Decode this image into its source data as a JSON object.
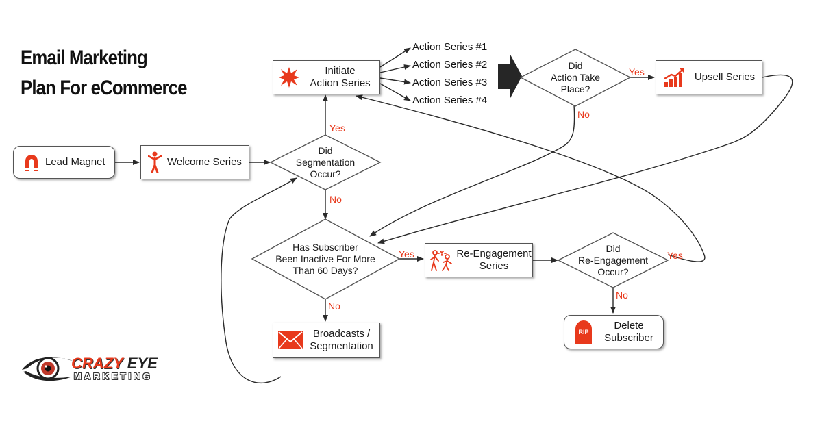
{
  "title": {
    "line1": "Email Marketing",
    "line2": "Plan For eCommerce"
  },
  "nodes": {
    "lead_magnet": {
      "label": "Lead Magnet",
      "icon": "magnet-icon"
    },
    "welcome_series": {
      "label": "Welcome Series",
      "icon": "person-icon"
    },
    "initiate_action": {
      "label": "Initiate\nAction Series",
      "icon": "starburst-icon"
    },
    "upsell_series": {
      "label": "Upsell Series",
      "icon": "growth-chart-icon"
    },
    "re_engagement_series": {
      "label": "Re-Engagement\nSeries",
      "icon": "people-icon"
    },
    "broadcasts": {
      "label": "Broadcasts /\nSegmentation",
      "icon": "envelope-icon"
    },
    "delete_subscriber": {
      "label": "Delete\nSubscriber",
      "icon": "tombstone-icon",
      "icon_text": "RIP"
    }
  },
  "decisions": {
    "segmentation": "Did\nSegmentation\nOccur?",
    "action_take_place": "Did\nAction Take\nPlace?",
    "inactive": "Has Subscriber\nBeen Inactive For More\nThan 60 Days?",
    "re_engagement": "Did\nRe-Engagement\nOccur?"
  },
  "action_series": [
    "Action Series #1",
    "Action Series #2",
    "Action Series #3",
    "Action Series #4"
  ],
  "edge_labels": {
    "seg_yes": "Yes",
    "seg_no": "No",
    "action_yes": "Yes",
    "action_no": "No",
    "inactive_yes": "Yes",
    "inactive_no": "No",
    "reeng_yes": "Yes",
    "reeng_no": "No"
  },
  "logo": {
    "word1": "CRAZY",
    "word2": "EYE",
    "word3": "MARKETING"
  },
  "colors": {
    "accent": "#e8391c",
    "line": "#2a2a2a",
    "border": "#555555"
  }
}
